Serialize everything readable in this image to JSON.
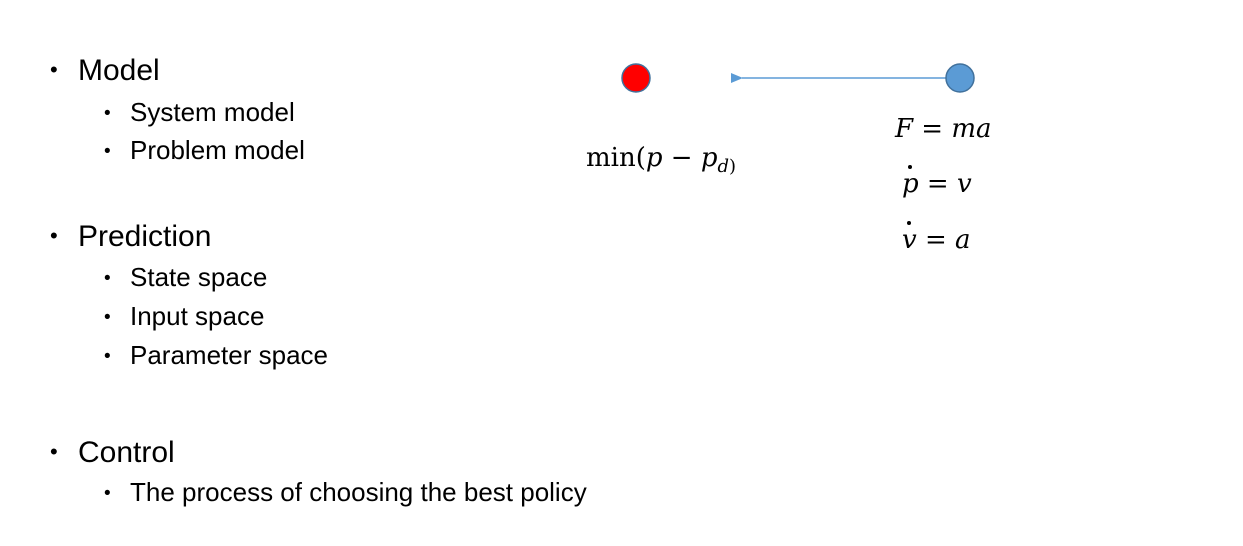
{
  "outline": {
    "items": [
      {
        "label": "Model",
        "children": [
          "System model",
          "Problem model"
        ]
      },
      {
        "label": "Prediction",
        "children": [
          "State space",
          "Input space",
          "Parameter space"
        ]
      },
      {
        "label": "Control",
        "children": [
          "The process of choosing the best policy"
        ]
      }
    ],
    "bullet": "•"
  },
  "diagram": {
    "target_color": "#ff0000",
    "agent_color": "#5b9bd5",
    "arrow_color": "#5b9bd5",
    "objective": {
      "func": "min",
      "open": "(",
      "p": "p",
      "minus": " − ",
      "pd": "p",
      "pd_sub": "d",
      "close": ")"
    },
    "equations": [
      {
        "lhs": "F",
        "op": " = ",
        "rhs": "ma"
      },
      {
        "lhs": "p",
        "op": " = ",
        "rhs": "v",
        "dotted": true
      },
      {
        "lhs": "v",
        "op": " = ",
        "rhs": "a",
        "dotted": true
      }
    ]
  }
}
